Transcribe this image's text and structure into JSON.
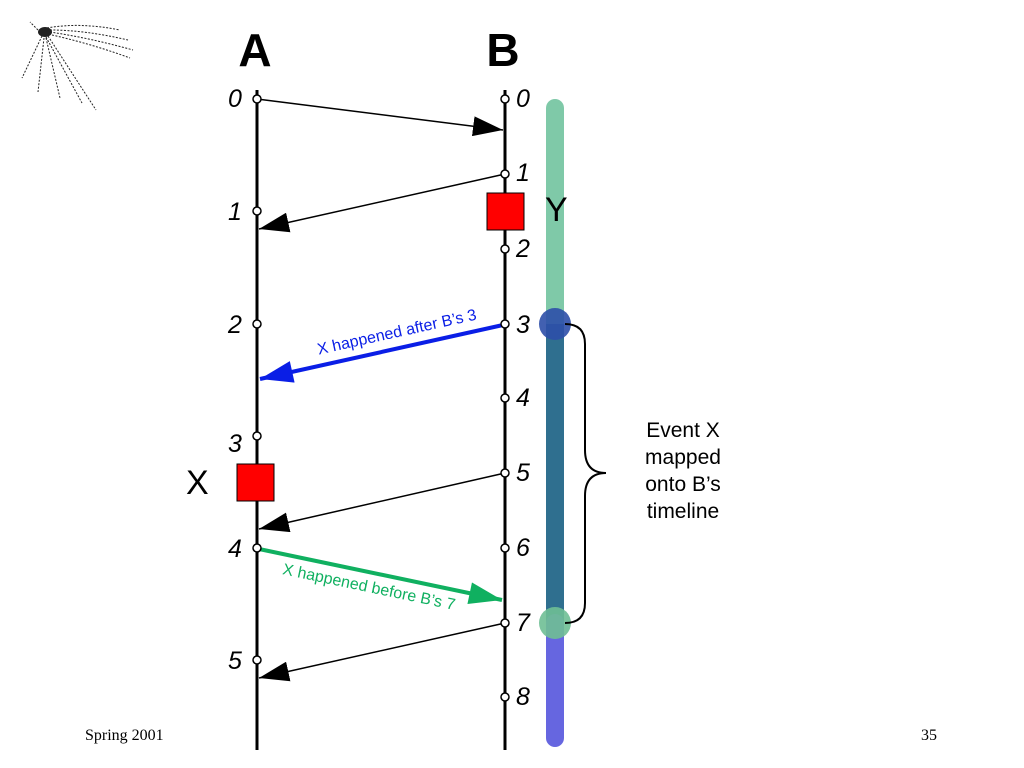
{
  "colors": {
    "timeline": "#000000",
    "event_box": "#ff0000",
    "band_top": "#7fc9a8",
    "band_middle": "#2f6f8f",
    "band_bottom": "#6666e0",
    "mark_start": "#2d4fa8",
    "mark_end": "#6fbf95",
    "arrow_after": "#0a1ee6",
    "arrow_before": "#10b060"
  },
  "icons": {
    "logo": "mosquito-sketch-icon"
  },
  "processes": {
    "a": {
      "label": "A",
      "ticks": [
        "0",
        "1",
        "2",
        "3",
        "4",
        "5"
      ]
    },
    "b": {
      "label": "B",
      "ticks": [
        "0",
        "1",
        "2",
        "3",
        "4",
        "5",
        "6",
        "7",
        "8"
      ]
    }
  },
  "events": {
    "x": "X",
    "y": "Y"
  },
  "arrows": {
    "after": "X happened after B’s 3",
    "before": "X happened before B’s 7"
  },
  "note": [
    "Event X",
    "mapped",
    "onto B’s",
    "timeline"
  ],
  "footer": {
    "left": "Spring 2001",
    "right": "35"
  }
}
